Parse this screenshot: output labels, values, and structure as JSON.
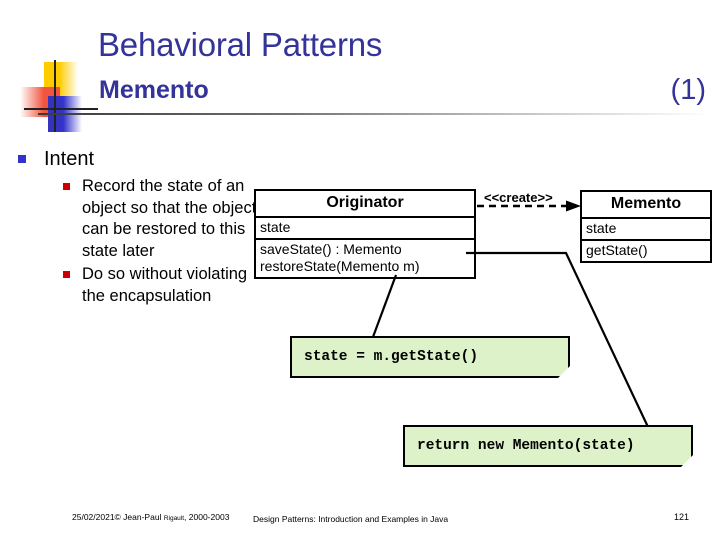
{
  "header": {
    "title": "Behavioral Patterns",
    "subtitle": "Memento",
    "counter": "(1)"
  },
  "content": {
    "bullets": [
      {
        "label": "Intent",
        "children": [
          "Record the state of an object so that the object can be restored to this state later",
          "Do so without violating the encapsulation"
        ]
      }
    ]
  },
  "diagram": {
    "classes": [
      {
        "name": "Originator",
        "attributes": [
          "state"
        ],
        "operations": [
          "saveState() : Memento",
          "restoreState(Memento m)"
        ]
      },
      {
        "name": "Memento",
        "attributes": [
          "state"
        ],
        "operations": [
          "getState()"
        ]
      }
    ],
    "dependency_label": "<<create>>",
    "notes": [
      "state = m.getState()",
      "return new Memento(state)"
    ]
  },
  "footer": {
    "date_author": "25/02/2021© Jean-Paul ",
    "author_small": "Rigault",
    "author_rest": ", 2000-2003",
    "center": "Design Patterns: Introduction and Examples in Java",
    "page": "121"
  },
  "colors": {
    "title": "#333399",
    "bullet_l1": "#3333CC",
    "bullet_l2": "#CC0000",
    "note_fill": "#DDF2C8"
  }
}
